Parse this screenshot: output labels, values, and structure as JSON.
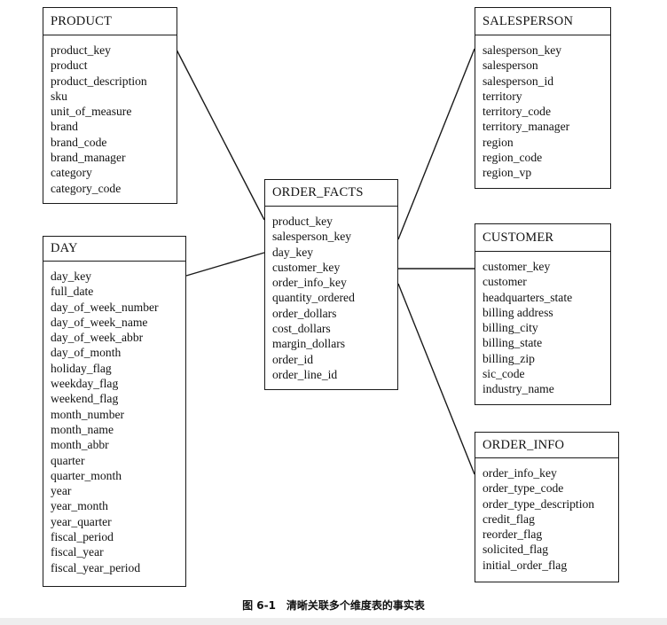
{
  "entities": {
    "product": {
      "name": "PRODUCT",
      "fields": [
        "product_key",
        "product",
        "product_description",
        "sku",
        "unit_of_measure",
        "brand",
        "brand_code",
        "brand_manager",
        "category",
        "category_code"
      ]
    },
    "day": {
      "name": "DAY",
      "fields": [
        "day_key",
        "full_date",
        "day_of_week_number",
        "day_of_week_name",
        "day_of_week_abbr",
        "day_of_month",
        "holiday_flag",
        "weekday_flag",
        "weekend_flag",
        "month_number",
        "month_name",
        "month_abbr",
        "quarter",
        "quarter_month",
        "year",
        "year_month",
        "year_quarter",
        "fiscal_period",
        "fiscal_year",
        "fiscal_year_period"
      ]
    },
    "order_facts": {
      "name": "ORDER_FACTS",
      "fields": [
        "product_key",
        "salesperson_key",
        "day_key",
        "customer_key",
        "order_info_key",
        "quantity_ordered",
        "order_dollars",
        "cost_dollars",
        "margin_dollars",
        "order_id",
        "order_line_id"
      ]
    },
    "salesperson": {
      "name": "SALESPERSON",
      "fields": [
        "salesperson_key",
        "salesperson",
        "salesperson_id",
        "territory",
        "territory_code",
        "territory_manager",
        "region",
        "region_code",
        "region_vp"
      ]
    },
    "customer": {
      "name": "CUSTOMER",
      "fields": [
        "customer_key",
        "customer",
        "headquarters_state",
        "billing address",
        "billing_city",
        "billing_state",
        "billing_zip",
        "sic_code",
        "industry_name"
      ]
    },
    "order_info": {
      "name": "ORDER_INFO",
      "fields": [
        "order_info_key",
        "order_type_code",
        "order_type_description",
        "credit_flag",
        "reorder_flag",
        "solicited_flag",
        "initial_order_flag"
      ]
    }
  },
  "caption": "图 6-1　清晰关联多个维度表的事实表"
}
